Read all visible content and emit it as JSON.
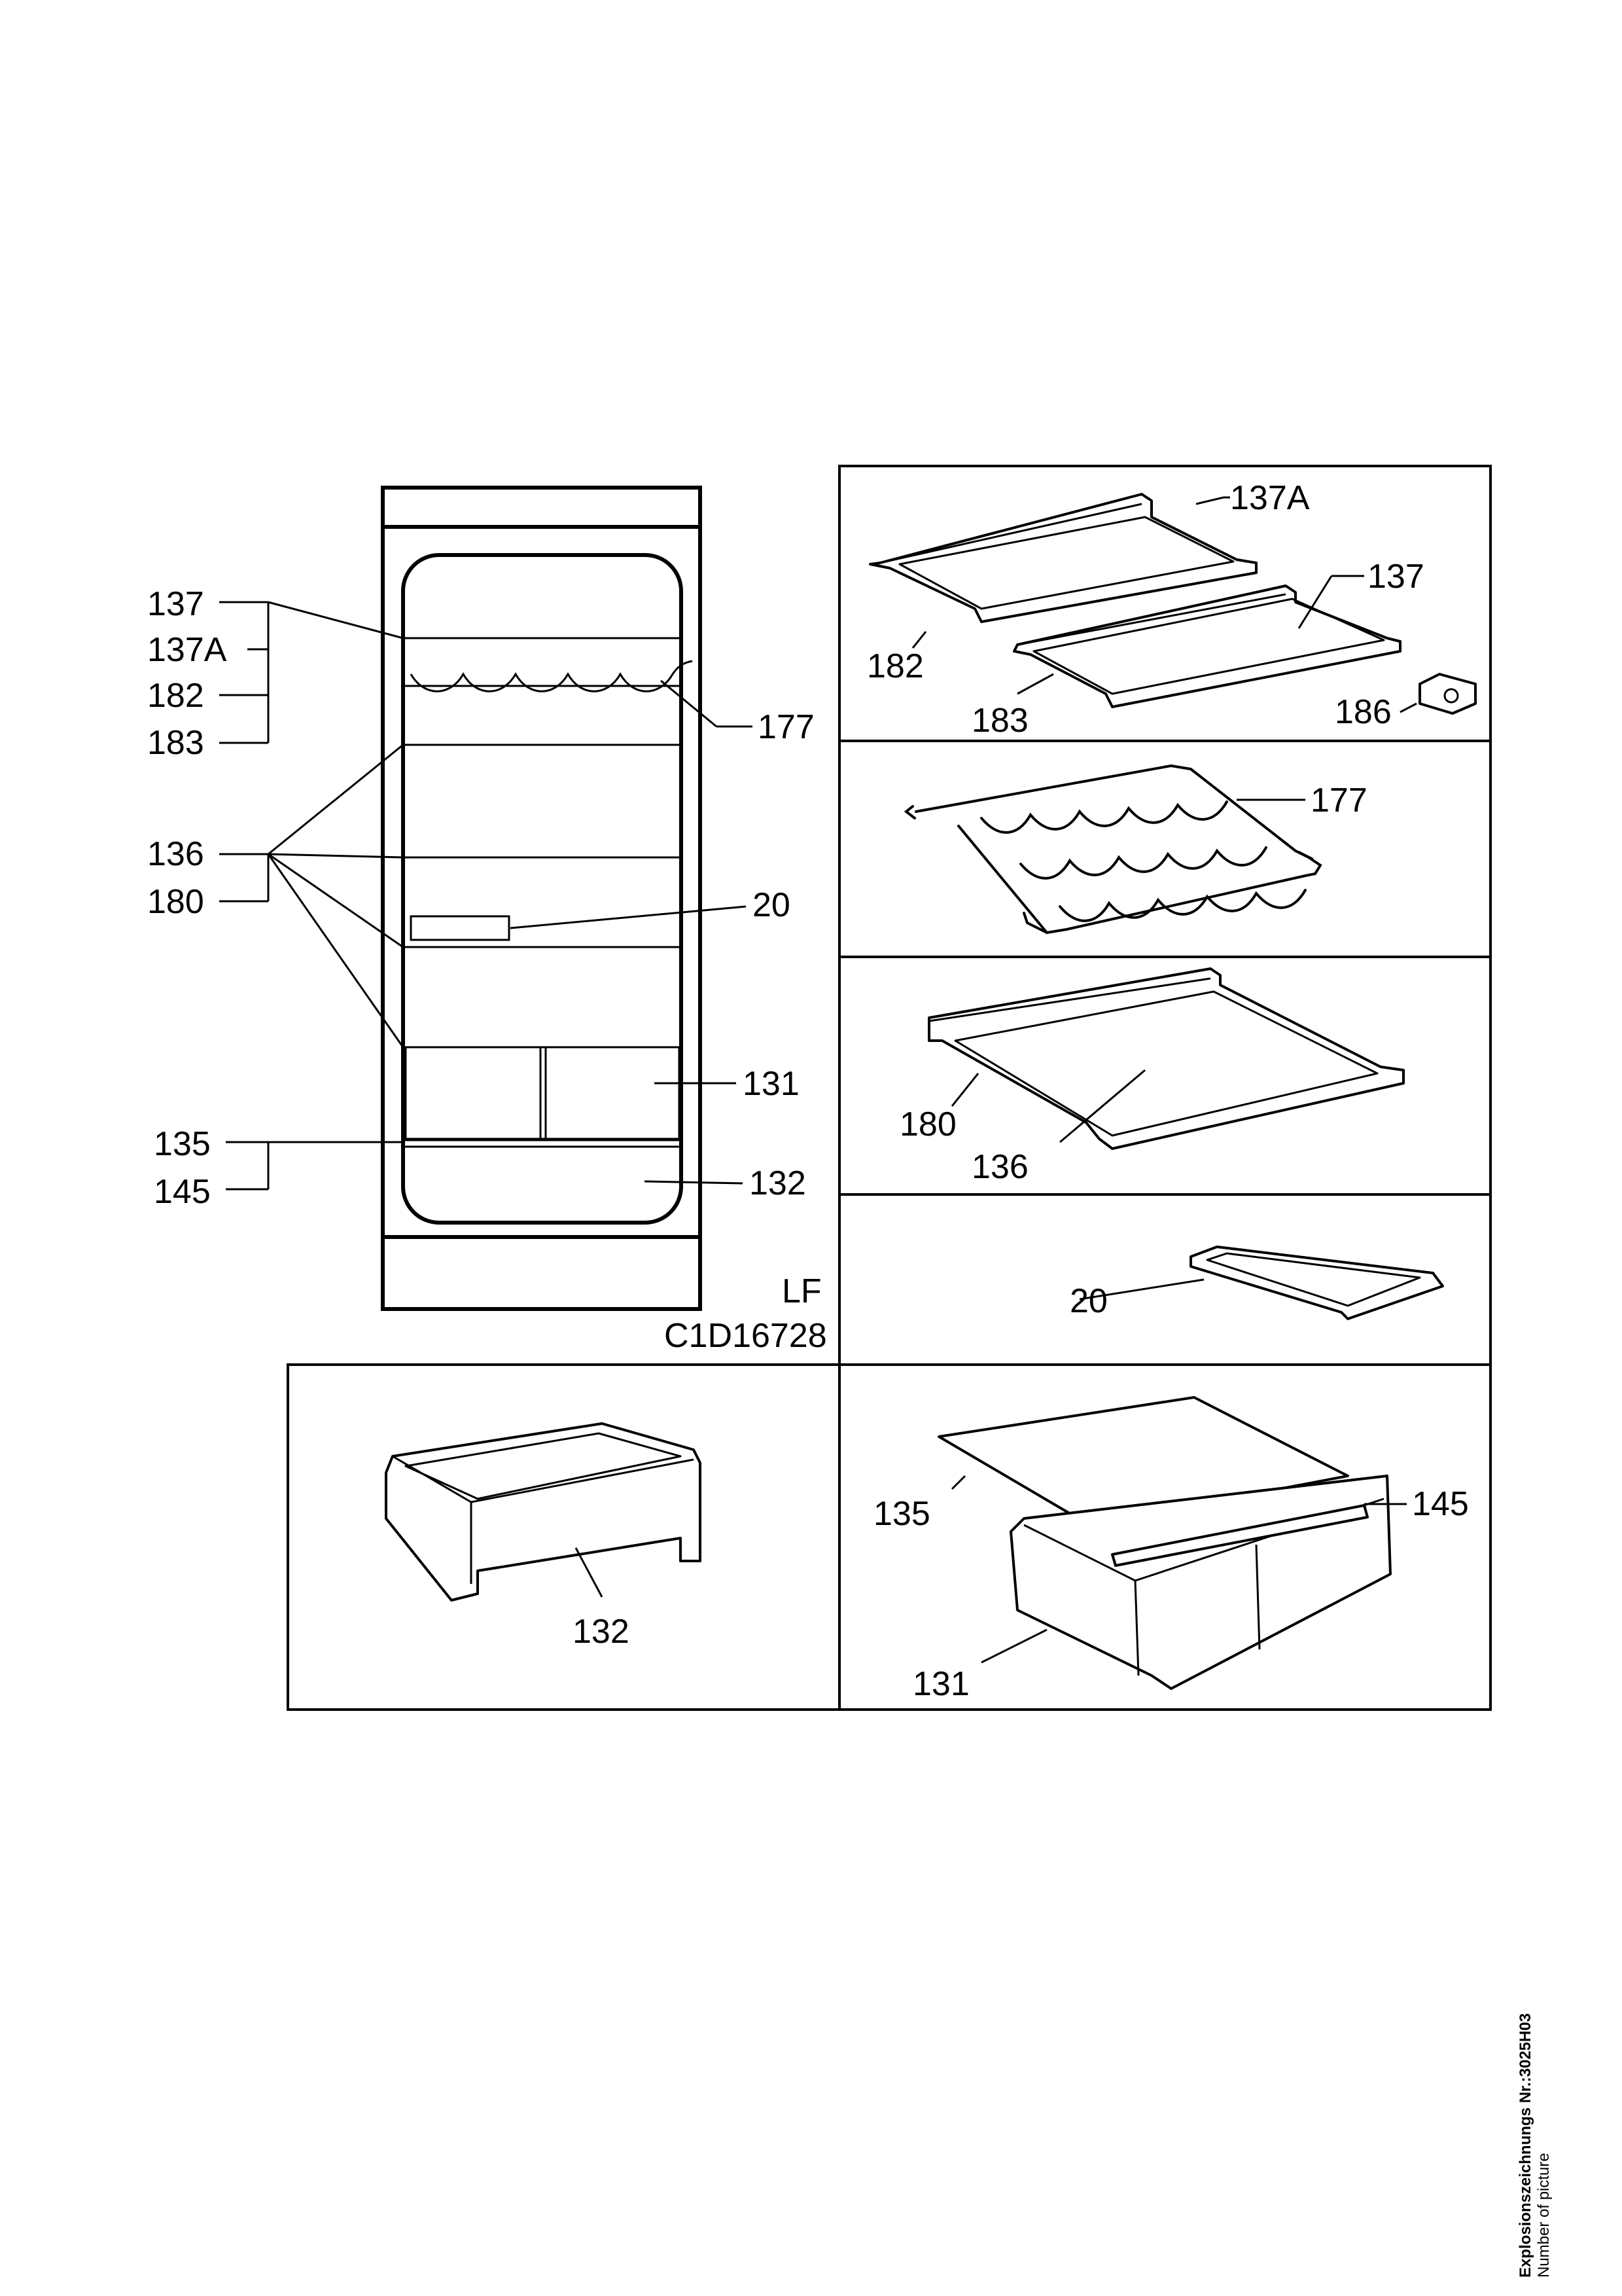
{
  "labels": {
    "l137": "137",
    "l137A": "137A",
    "l182": "182",
    "l183": "183",
    "l136": "136",
    "l180": "180",
    "l135": "135",
    "l145": "145",
    "l177": "177",
    "l20": "20",
    "l131": "131",
    "l132": "132",
    "l186": "186"
  },
  "variant": "LF",
  "drawing_code": "C1D16728",
  "footer": {
    "title": "Explosionszeichnungs Nr.:3025H03",
    "subtitle": "Number of picture"
  }
}
